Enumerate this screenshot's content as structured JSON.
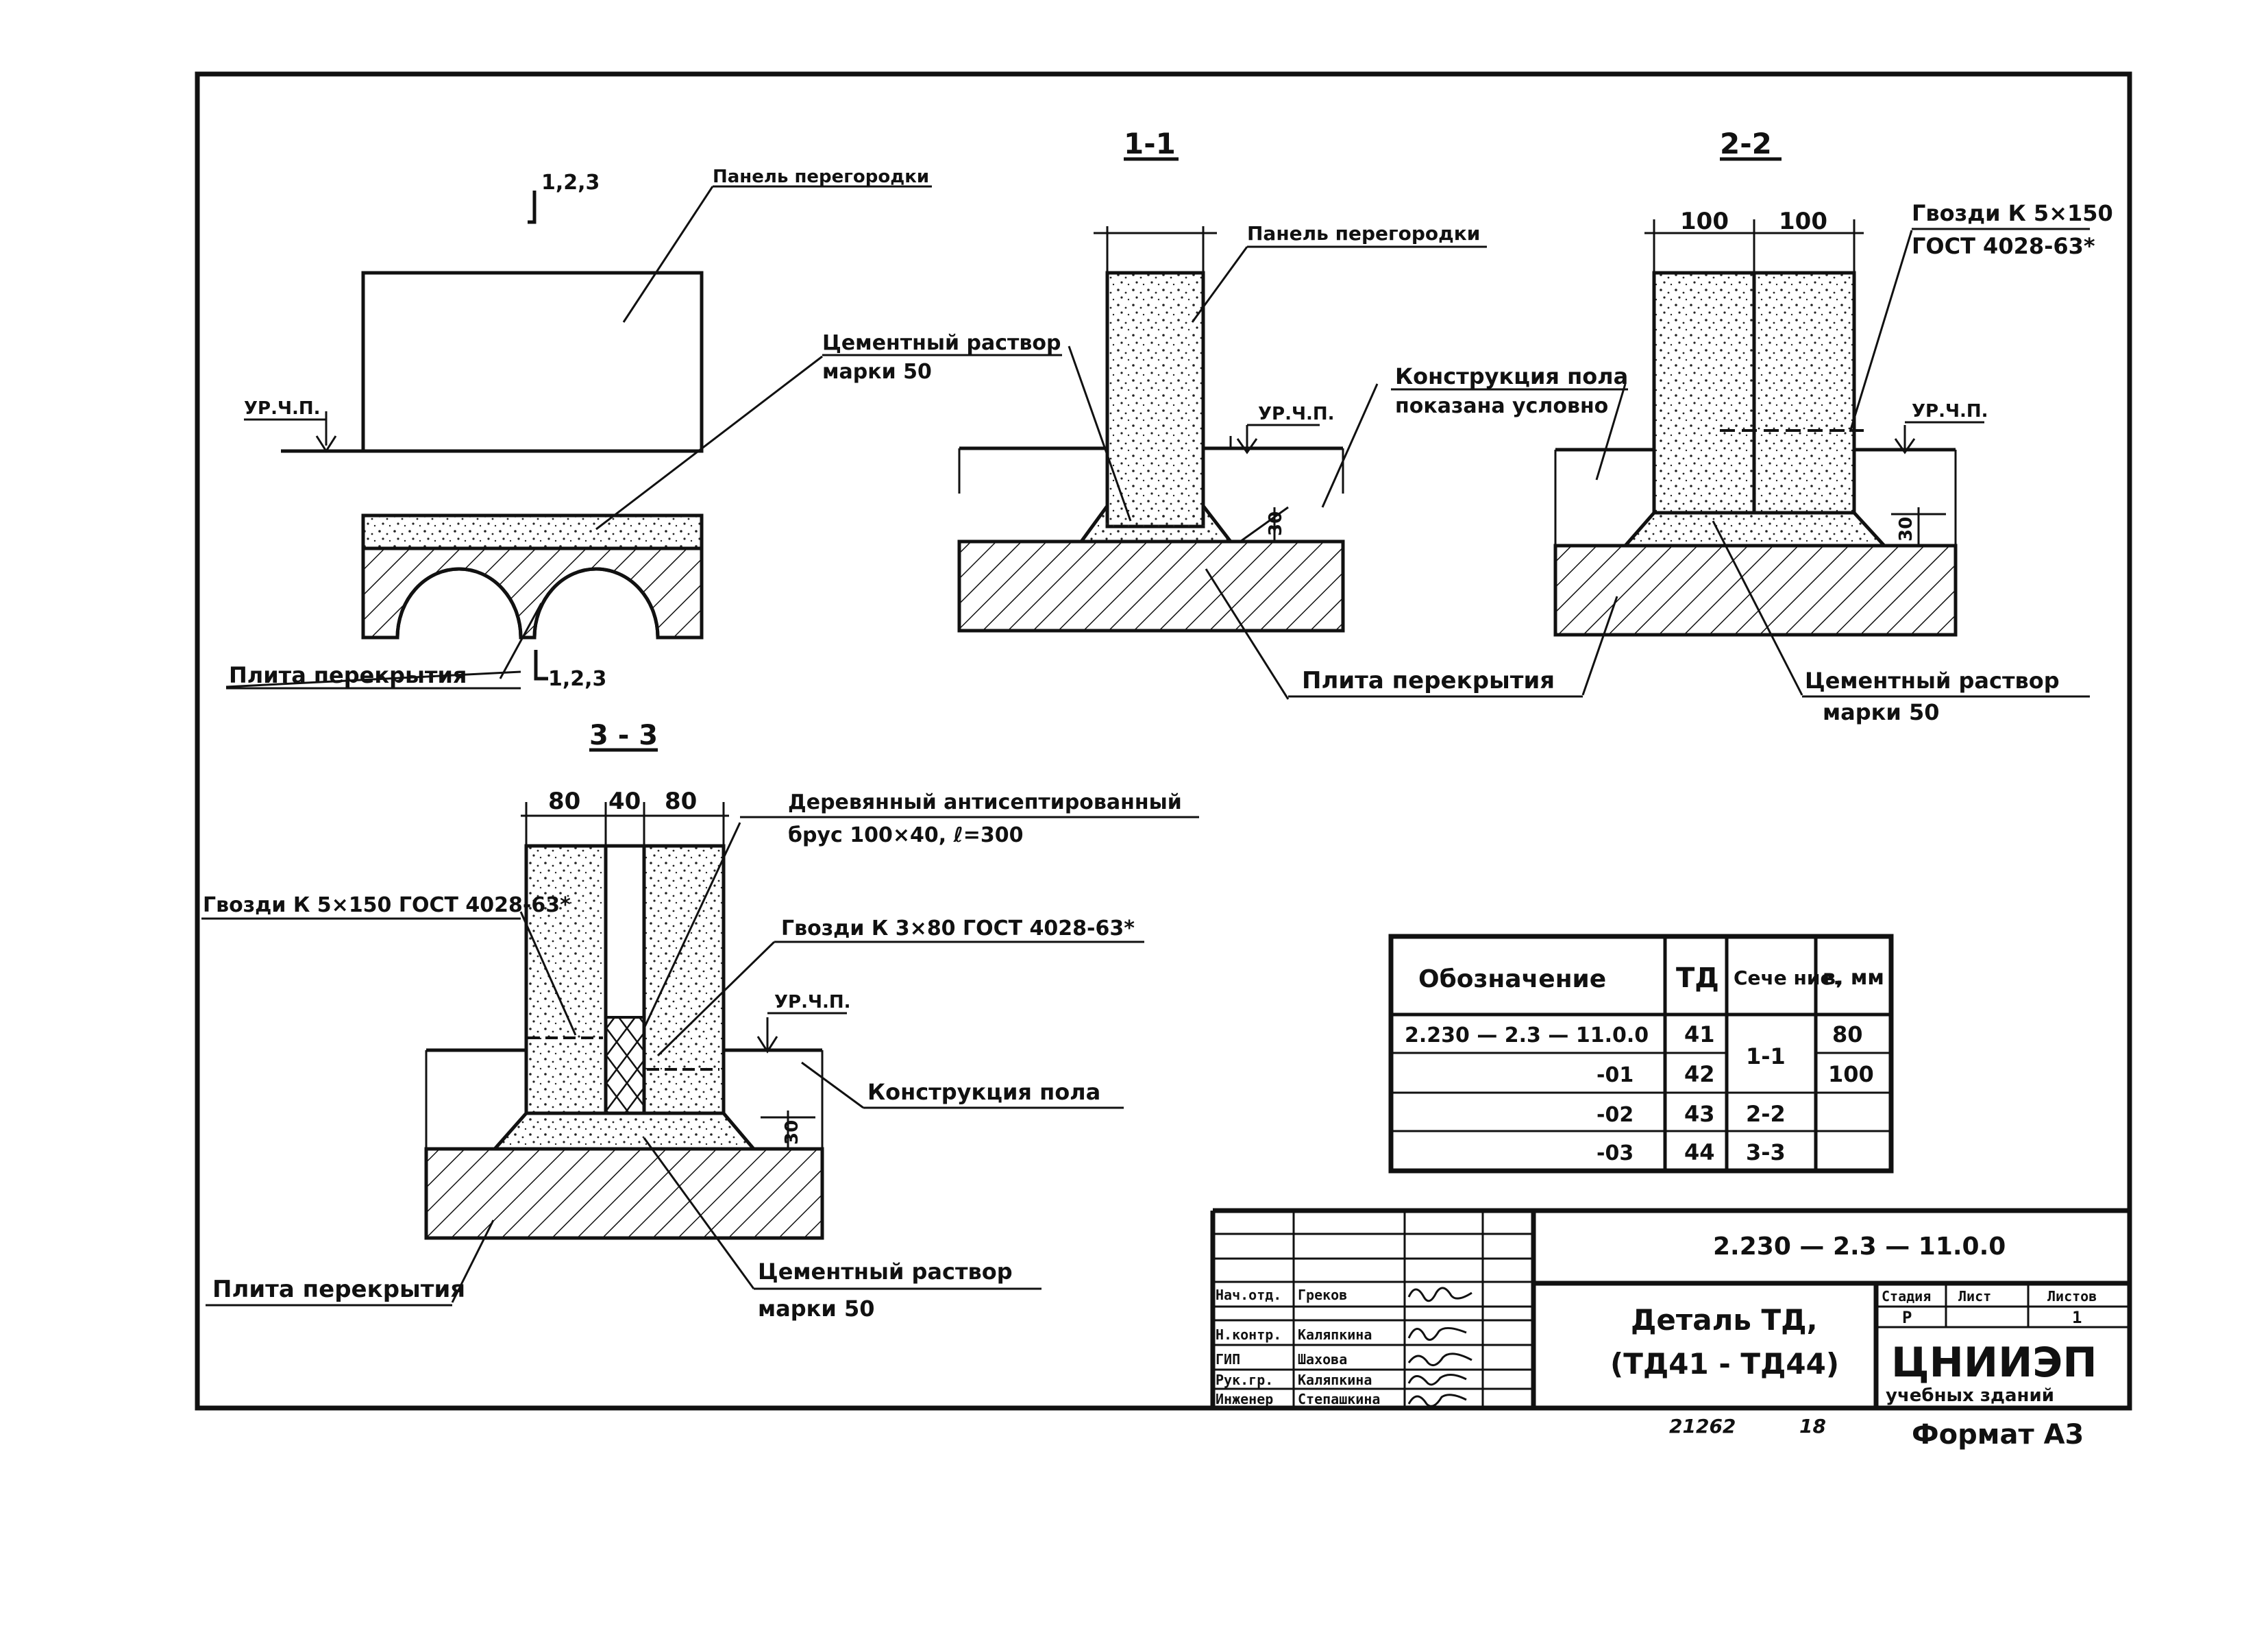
{
  "sections": {
    "plan": {
      "marker_top": "1,2,3",
      "marker_bottom": "1,2,3",
      "label_panel": "Панель перегородки",
      "label_mortar_line1": "Цементный раствор",
      "label_mortar_line2": "марки 50",
      "label_floor_level": "УР.Ч.П.",
      "label_slab": "Плита перекрытия"
    },
    "s11": {
      "title": "1-1",
      "label_panel": "Панель перегородки",
      "label_floor_level": "УР.Ч.П.",
      "dim_30": "30"
    },
    "s22": {
      "title": "2-2",
      "dim_left": "100",
      "dim_right": "100",
      "label_nails_line1": "Гвозди К 5×150",
      "label_nails_line2": "ГОСТ 4028-63*",
      "label_floor_level": "УР.Ч.П.",
      "label_floor_construction_line1": "Конструкция пола",
      "label_floor_construction_line2": "показана условно",
      "label_slab": "Плита перекрытия",
      "label_mortar_line1": "Цементный раствор",
      "label_mortar_line2": "марки 50",
      "dim_30": "30"
    },
    "s33": {
      "title": "3 - 3",
      "dim_a": "80",
      "dim_b": "40",
      "dim_c": "80",
      "label_bar_line1": "Деревянный антисептированный",
      "label_bar_line2": "брус 100×40, ℓ=300",
      "label_nails_big": "Гвозди К 5×150 ГОСТ 4028-63*",
      "label_nails_small": "Гвозди К 3×80 ГОСТ 4028-63*",
      "label_floor_level": "УР.Ч.П.",
      "label_floor_construction": "Конструкция пола",
      "label_slab": "Плита перекрытия",
      "label_mortar_line1": "Цементный раствор",
      "label_mortar_line2": "марки 50",
      "dim_30": "30"
    }
  },
  "spec_table": {
    "headers": [
      "Обозначение",
      "ТД",
      "Сече ние.",
      "в, мм"
    ],
    "rows": [
      [
        "2.230 — 2.3 — 11.0.0",
        "41",
        "1-1",
        "80"
      ],
      [
        "-01",
        "42",
        "",
        "100"
      ],
      [
        "-02",
        "43",
        "2-2",
        ""
      ],
      [
        "-03",
        "44",
        "3-3",
        ""
      ]
    ]
  },
  "title_block": {
    "doc_code": "2.230 — 2.3 — 11.0.0",
    "title_line1": "Деталь ТД,",
    "title_line2": "(ТД41 - ТД44)",
    "col_stage": "Стадия",
    "col_sheet": "Лист",
    "col_sheets": "Листов",
    "stage_value": "Р",
    "sheet_value": "1",
    "org_line1": "ЦНИИЭП",
    "org_line2": "учебных зданий",
    "roles": [
      {
        "role": "Нач.отд.",
        "name": "Греков"
      },
      {
        "role": "Н.контр.",
        "name": "Каляпкина"
      },
      {
        "role": "ГИП",
        "name": "Шахова"
      },
      {
        "role": "Рук.гр.",
        "name": "Каляпкина"
      },
      {
        "role": "Инженер",
        "name": "Степашкина"
      }
    ]
  },
  "footer": {
    "inventory_number": "21262",
    "page": "18",
    "format": "Формат А3"
  }
}
